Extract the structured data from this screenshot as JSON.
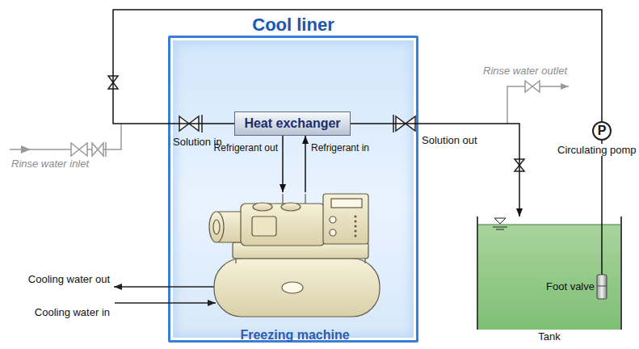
{
  "diagram": {
    "nodes": [
      {
        "text": [
          "Cool liner"
        ]
      },
      {
        "text": [
          "Heat exchanger"
        ],
        "in": 0
      },
      {
        "text": [
          "Freezing machine"
        ],
        "in": 0
      },
      {
        "text": [
          "P",
          "Circulating pomp"
        ]
      },
      {
        "text": [
          "Tank"
        ]
      }
    ],
    "edges": [
      {
        "from": 1,
        "to": 2,
        "arrow": "to",
        "label": "Refrigerant out"
      },
      {
        "from": 2,
        "to": 1,
        "arrow": "to",
        "label": "Refrigerant in"
      },
      {
        "from": 1,
        "to": 4,
        "arrow": "to",
        "label": "Solution out"
      },
      {
        "from": 4,
        "to": 3,
        "arrow": "none"
      },
      {
        "from": 3,
        "to": 1,
        "arrow": "none",
        "label": "Solution in"
      }
    ],
    "labels": [
      "Rinse water inlet",
      "Rinse water outlet",
      "Cooling water out",
      "Cooling water in",
      "Foot valve"
    ]
  }
}
